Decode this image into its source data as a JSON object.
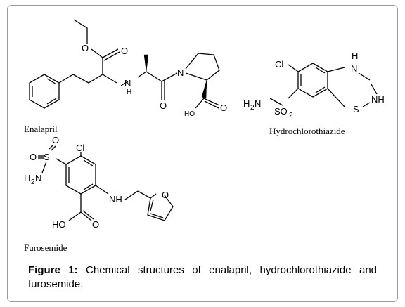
{
  "compounds": {
    "enalapril": {
      "name": "Enalapril",
      "atoms": {
        "ester_O": "O",
        "ester_O2": "O",
        "amine_N": "N",
        "amine_H": "H",
        "amide_O": "O",
        "ring_N": "N",
        "acid_HO": "HO",
        "acid_O": "O"
      }
    },
    "hydrochlorothiazide": {
      "name": "Hydrochlorothiazide",
      "atoms": {
        "Cl": "Cl",
        "NH_top_H": "H",
        "NH_top_N": "N",
        "NH_right": "NH",
        "S_ring": "S",
        "H2N": "H",
        "H2N_sub": "2",
        "H2N_N": "N",
        "SO2_S": "SO",
        "SO2_sub": "2"
      }
    },
    "furosemide": {
      "name": "Furosemide",
      "atoms": {
        "O_top": "O",
        "O_left": "O",
        "S": "S",
        "H2N": "H",
        "H2N_sub": "2",
        "H2N_N": "N",
        "Cl": "Cl",
        "NH": "NH",
        "furan_O": "O",
        "acid_HO": "HO",
        "acid_O": "O"
      }
    }
  },
  "caption": {
    "lead": "Figure 1:",
    "text": " Chemical structures of enalapril, hydrochlorothiazide and furosemide."
  }
}
